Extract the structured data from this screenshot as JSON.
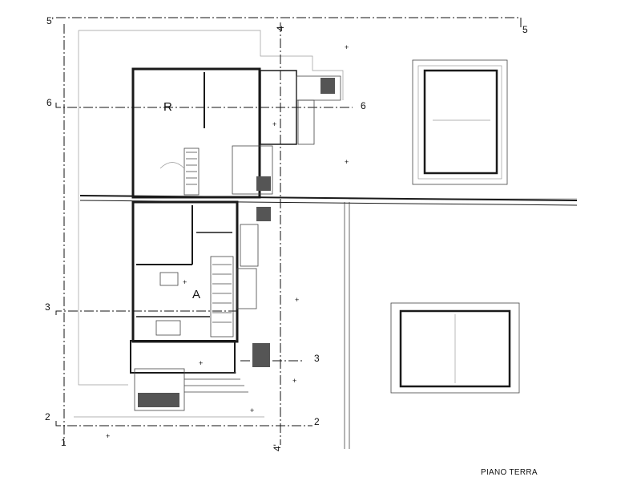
{
  "title": "PIANO TERRA",
  "rooms": [
    "R",
    "A"
  ],
  "sections": [
    "5'",
    "5",
    "4",
    "4'",
    "6",
    "6",
    "3",
    "3",
    "2",
    "2",
    "1"
  ]
}
